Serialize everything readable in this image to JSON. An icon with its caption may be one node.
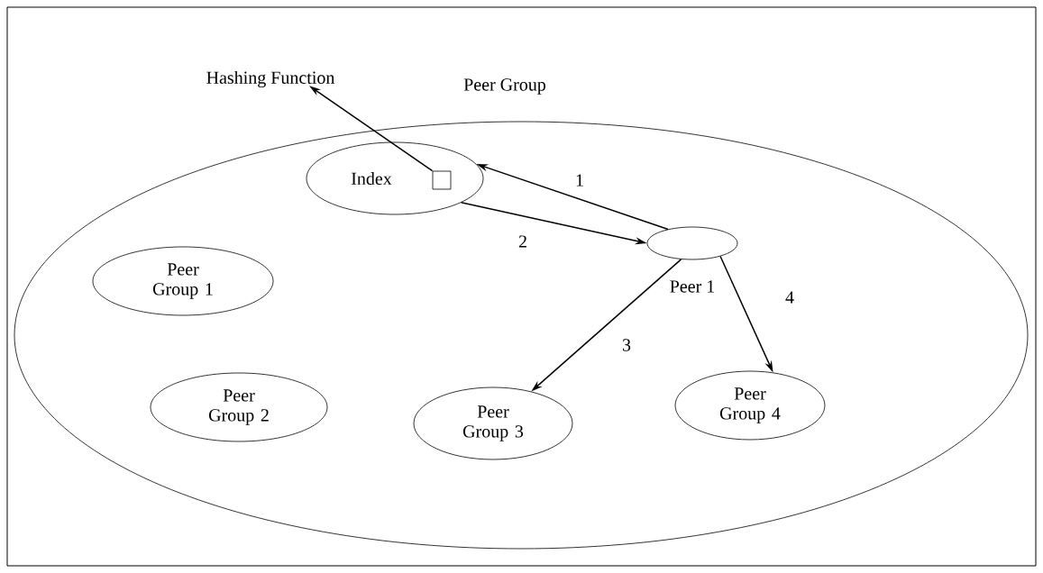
{
  "diagram": {
    "nodes": [
      {
        "text": [
          "Hashing Function"
        ]
      },
      {
        "text": [
          "Peer Group"
        ]
      },
      {
        "text": [
          "Index"
        ],
        "in": 1
      },
      {
        "text": [],
        "shape": "box",
        "in": 2
      },
      {
        "text": [
          "Peer 1"
        ],
        "in": 1
      },
      {
        "text": [
          "Peer Group 1"
        ],
        "in": 1
      },
      {
        "text": [
          "Peer Group 2"
        ],
        "in": 1
      },
      {
        "text": [
          "Peer Group 3"
        ],
        "in": 1
      },
      {
        "text": [
          "Peer Group 4"
        ],
        "in": 1
      }
    ],
    "edges": [
      {
        "from": 3,
        "to": 0,
        "arrow": "to"
      },
      {
        "from": 4,
        "to": 2,
        "arrow": "to",
        "label": "1"
      },
      {
        "from": 2,
        "to": 4,
        "arrow": "to",
        "label": "2"
      },
      {
        "from": 4,
        "to": 7,
        "arrow": "to",
        "label": "3"
      },
      {
        "from": 4,
        "to": 8,
        "arrow": "to",
        "label": "4"
      }
    ]
  }
}
